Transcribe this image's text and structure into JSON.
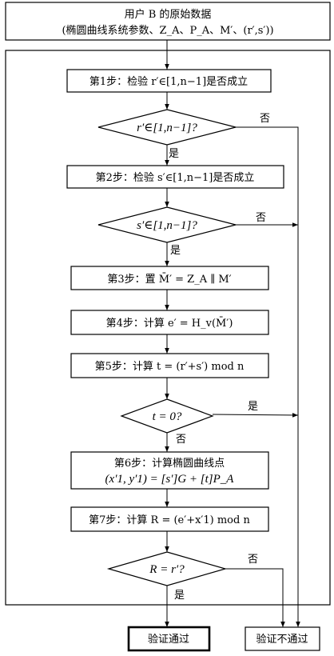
{
  "header": {
    "line1": "用户 B 的原始数据",
    "line2": "(椭圆曲线系统参数、Z_A、P_A、M′、(r′,s′))"
  },
  "steps": {
    "s1": "第1步：检验 r′∈[1,n−1]是否成立",
    "d1": "r′∈[1,n−1]?",
    "s2": "第2步：检验 s′∈[1,n−1]是否成立",
    "d2": "s′∈[1,n−1]?",
    "s3": "第3步：置 M̄′ = Z_A ∥ M′",
    "s4": "第4步：计算 e′ = H_v(M̄′)",
    "s5": "第5步：计算 t = (r′+s′) mod n",
    "d3": "t = 0?",
    "s6_line1": "第6步：计算椭圆曲线点",
    "s6_line2": "(x′1, y′1) = [s′]G + [t]P_A",
    "s7": "第7步：计算 R = (e′+x′1) mod n",
    "d4": "R = r′?"
  },
  "labels": {
    "yes": "是",
    "no": "否"
  },
  "results": {
    "pass": "验证通过",
    "fail": "验证不通过"
  }
}
